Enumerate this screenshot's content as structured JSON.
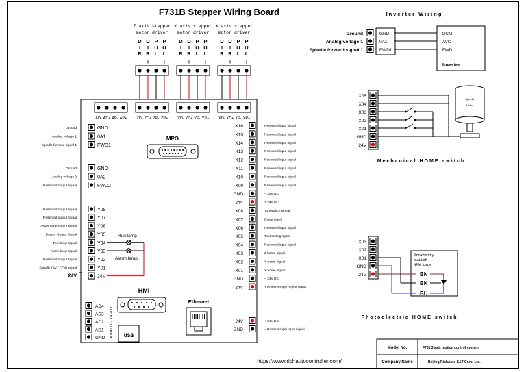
{
  "title": "F731B Stepper Wiring Board",
  "inverter": {
    "title": "Inverter Wiring",
    "left_labels": [
      "Ground",
      "Analog voltage 1",
      "Spindle forward signal 1"
    ],
    "pins": [
      "GND",
      "0A1",
      "FWD1"
    ],
    "right_labels": [
      "DCM",
      "AVC",
      "FWD"
    ],
    "box_label": "Inverter"
  },
  "drivers": [
    {
      "caption1": "Z axis stepper",
      "caption2": "motor driver",
      "pins": [
        "D",
        "I",
        "R",
        "D",
        "I",
        "R",
        "P",
        "U",
        "L",
        "P",
        "U",
        "L"
      ]
    },
    {
      "caption1": "Y axis stepper",
      "caption2": "motor driver",
      "pins": [
        "D",
        "I",
        "R",
        "D",
        "I",
        "R",
        "P",
        "U",
        "L",
        "P",
        "U",
        "L"
      ]
    },
    {
      "caption1": "X axis stepper",
      "caption2": "motor driver",
      "pins": [
        "D",
        "I",
        "R",
        "D",
        "I",
        "R",
        "P",
        "U",
        "L",
        "P",
        "U",
        "L"
      ]
    }
  ],
  "terminal_pm": [
    "−",
    "+",
    "−",
    "+"
  ],
  "a_port": [
    "AD-",
    "AD+",
    "AP-",
    "AP+"
  ],
  "z_port": [
    "ZD-",
    "ZD+",
    "ZP-",
    "ZP+"
  ],
  "y_port": [
    "YD-",
    "YD+",
    "YP-",
    "YP+"
  ],
  "x_port": [
    "XD-",
    "XD+",
    "XP-",
    "XP+"
  ],
  "left_group1": {
    "pins": [
      "GND",
      "0A1",
      "FWD1"
    ],
    "labels": [
      "Ground",
      "Analog voltage 1",
      "Spindle forward signal 1"
    ]
  },
  "left_group2": {
    "pins": [
      "GND",
      "0A2",
      "FWD2"
    ],
    "labels": [
      "Ground",
      "Analog voltage 2",
      "Reserved output signal"
    ]
  },
  "left_group3": {
    "pins": [
      "Y08",
      "Y07",
      "Y06",
      "Y05",
      "Y04",
      "Y03",
      "Y02",
      "Y01",
      "24V"
    ],
    "labels": [
      "Reserved output signal",
      "Reserved output signal",
      "Power lamp output signal",
      "Buzzer Output Signal",
      "Run lamp signal",
      "Alarm lamp signal",
      "Reserved output signal",
      "Spindle CW / CCW signal",
      "24V"
    ]
  },
  "lamps": {
    "run": "Run lamp",
    "alarm": "Alarm lamp"
  },
  "mpg": "MPG",
  "hmi": "HMI",
  "ethernet": "Ethernet",
  "usb": "USB",
  "analog_input": "ANALOG INPUT",
  "ad_pins": [
    "AD4",
    "AD3",
    "AD2",
    "AD1",
    "GND"
  ],
  "right_pins": {
    "pins": [
      "X16",
      "X15",
      "X14",
      "X13",
      "X12",
      "X11",
      "X10",
      "X09",
      "GND",
      "24V",
      "X08",
      "X07",
      "X06",
      "X05",
      "X04",
      "X03",
      "X02",
      "X01",
      "GND",
      "24V"
    ],
    "labels": [
      "Reserved input signal",
      "Reserved input signal",
      "Reserved input signal",
      "Reserved input signal",
      "Reserved input signal",
      "Reserved input signal",
      "Reserved input signal",
      "Reserved input signal",
      "− 24V DC",
      "+ 24V DC",
      "Tool switch signal",
      "Estop signal",
      "Reserved input signal",
      "Tool setting signal",
      "Reserved input signal",
      "Z home signal",
      "Y home signal",
      "X home signal",
      "− 24V DC",
      "+ Power supply output signal"
    ]
  },
  "power_in": {
    "pins": [
      "24V",
      "GND"
    ],
    "labels": [
      "+ 24V DC",
      "− Power supply input signal"
    ]
  },
  "mech_home": {
    "pins": [
      "X05",
      "X04",
      "X03",
      "X02",
      "X01",
      "GND",
      "24V"
    ],
    "motor_label1": "Spindle",
    "motor_label2": "Motor",
    "title": "Mechanical HOME switch"
  },
  "photo_home": {
    "pins": [
      "X03",
      "X02",
      "X01",
      "GND",
      "24V"
    ],
    "sensor1": "Proximity",
    "sensor2": "switch",
    "sensor3": "NPN type",
    "wires": [
      "BN",
      "BK",
      "BU"
    ],
    "title": "Photoelectric HOME switch"
  },
  "info_table": {
    "model_label": "Model No.",
    "model_value": "F731 3 axis motion control system",
    "company_label": "Company Name",
    "company_value": "Beijing RichAuto S&T Corp. Ltd."
  },
  "url": "https://www.richautocontroller.com/",
  "colors": {
    "red": "#e00000",
    "blue": "#1a3fd6",
    "reserved": "#1a3fd6"
  }
}
